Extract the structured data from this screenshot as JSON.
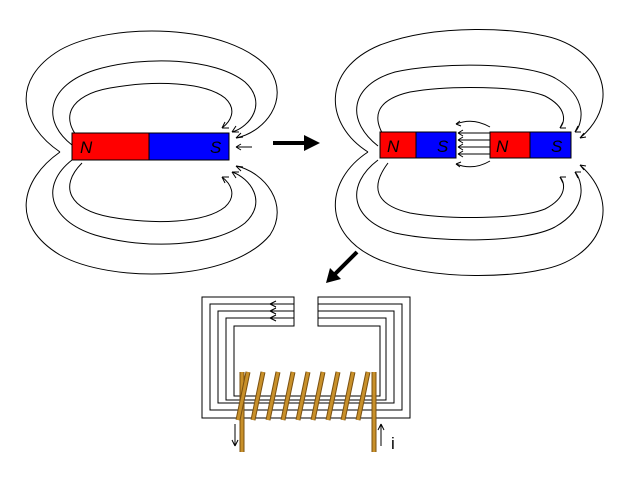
{
  "labels": {
    "north": "N",
    "south": "S",
    "current": "i"
  },
  "colors": {
    "north_pole": "#ff0000",
    "south_pole": "#0000ff",
    "wire": "#c8902a",
    "wire_edge": "#7a5010",
    "lines": "#000000",
    "background": "#ffffff"
  }
}
